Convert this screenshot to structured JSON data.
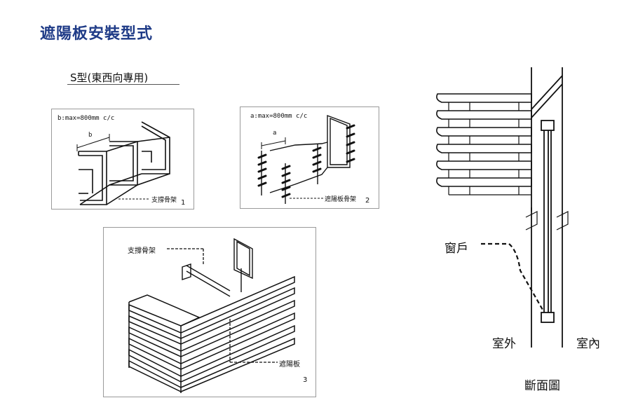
{
  "page": {
    "title": "遮陽板安裝型式",
    "subtitle": "S型(東西向專用)"
  },
  "panel1": {
    "dimension_text": "b:max=800mm c/c",
    "dim_letter": "b",
    "callout": "支撐骨架",
    "number": "1"
  },
  "panel2": {
    "dimension_text": "a:max=800mm c/c",
    "dim_letter": "a",
    "callout": "遮陽板骨架",
    "number": "2"
  },
  "panel3": {
    "callout_top": "支撐骨架",
    "callout_bottom": "遮陽板",
    "number": "3"
  },
  "section": {
    "window_label": "窗戶",
    "outside_label": "室外",
    "inside_label": "室內",
    "caption": "斷面圖"
  }
}
